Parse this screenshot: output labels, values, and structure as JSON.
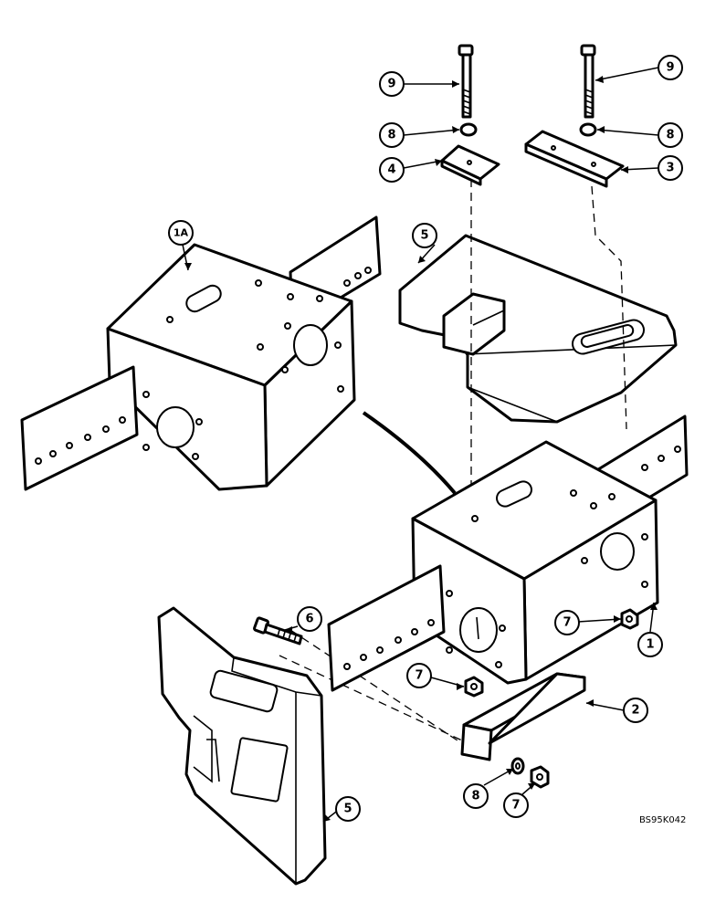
{
  "callouts": [
    {
      "id": "c9a",
      "label": "9"
    },
    {
      "id": "c9b",
      "label": "9"
    },
    {
      "id": "c8a",
      "label": "8"
    },
    {
      "id": "c8b",
      "label": "8"
    },
    {
      "id": "c4",
      "label": "4"
    },
    {
      "id": "c3",
      "label": "3"
    },
    {
      "id": "c1a",
      "label": "1A"
    },
    {
      "id": "c5a",
      "label": "5"
    },
    {
      "id": "c6",
      "label": "6"
    },
    {
      "id": "c7a",
      "label": "7"
    },
    {
      "id": "c1",
      "label": "1"
    },
    {
      "id": "c7b",
      "label": "7"
    },
    {
      "id": "c2",
      "label": "2"
    },
    {
      "id": "c8c",
      "label": "8"
    },
    {
      "id": "c7c",
      "label": "7"
    },
    {
      "id": "c5b",
      "label": "5"
    }
  ],
  "figure_code": "BS95K042"
}
